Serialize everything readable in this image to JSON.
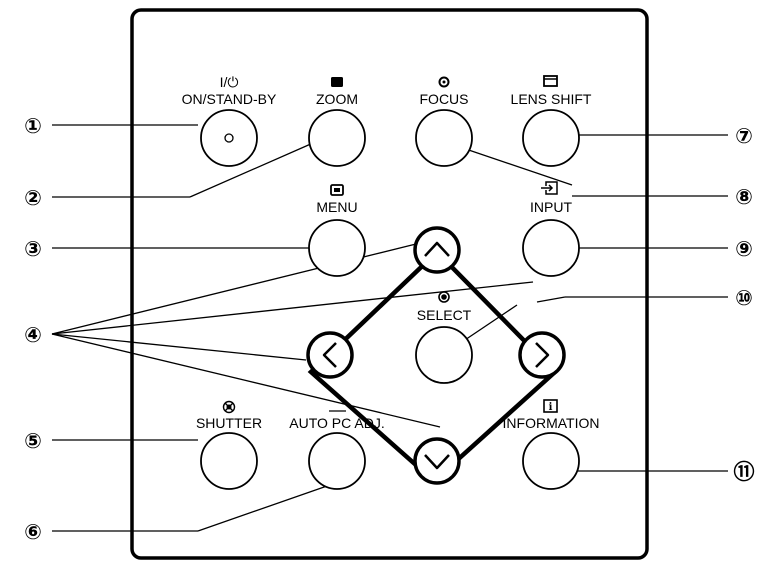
{
  "buttons": {
    "on_standby": {
      "label": "ON/STAND-BY",
      "symbol": "I/⏻"
    },
    "zoom": {
      "label": "ZOOM"
    },
    "focus": {
      "label": "FOCUS"
    },
    "lens_shift": {
      "label": "LENS SHIFT"
    },
    "menu": {
      "label": "MENU"
    },
    "input": {
      "label": "INPUT"
    },
    "select": {
      "label": "SELECT"
    },
    "shutter": {
      "label": "SHUTTER"
    },
    "auto_pc_adj": {
      "label": "AUTO PC ADJ."
    },
    "information": {
      "label": "INFORMATION"
    },
    "arrow_up": {
      "icon": "chevron-up-icon"
    },
    "arrow_left": {
      "icon": "chevron-left-icon"
    },
    "arrow_right": {
      "icon": "chevron-right-icon"
    },
    "arrow_down": {
      "icon": "chevron-down-icon"
    }
  },
  "callouts": {
    "n1": "①",
    "n2": "②",
    "n3": "③",
    "n4": "④",
    "n5": "⑤",
    "n6": "⑥",
    "n7": "⑦",
    "n8": "⑧",
    "n9": "⑨",
    "n10": "⑩",
    "n11": "⑪"
  },
  "colors": {
    "line": "#000000",
    "panel_bg": "#ffffff"
  }
}
